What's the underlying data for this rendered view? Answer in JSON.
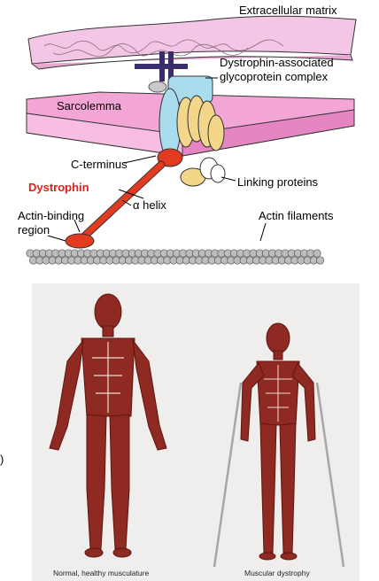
{
  "diagram": {
    "labels": {
      "extracellular_matrix": "Extracellular matrix",
      "dag_complex_line1": "Dystrophin-associated",
      "dag_complex_line2": "glycoprotein complex",
      "sarcolemma": "Sarcolemma",
      "c_terminus": "C-terminus",
      "dystrophin": "Dystrophin",
      "linking_proteins": "Linking proteins",
      "alpha_helix": "α helix",
      "actin_binding_line1": "Actin-binding",
      "actin_binding_line2": "region",
      "actin_filaments": "Actin filaments"
    },
    "colors": {
      "matrix": "#f4c6e6",
      "sarcolemma": "#f3a6d6",
      "glycoprotein": "#a9dcec",
      "linking": "#f4d68a",
      "dystrophin": "#e23b1f",
      "label_highlight": "#e0201b"
    }
  },
  "photo": {
    "captions": {
      "normal": "Normal, healthy musculature",
      "dystrophy": "Muscular dystrophy"
    },
    "colors": {
      "background": "#efeeec",
      "muscle": "#8e2a22",
      "muscle_dark": "#5e1510"
    }
  },
  "stray_text": ")"
}
